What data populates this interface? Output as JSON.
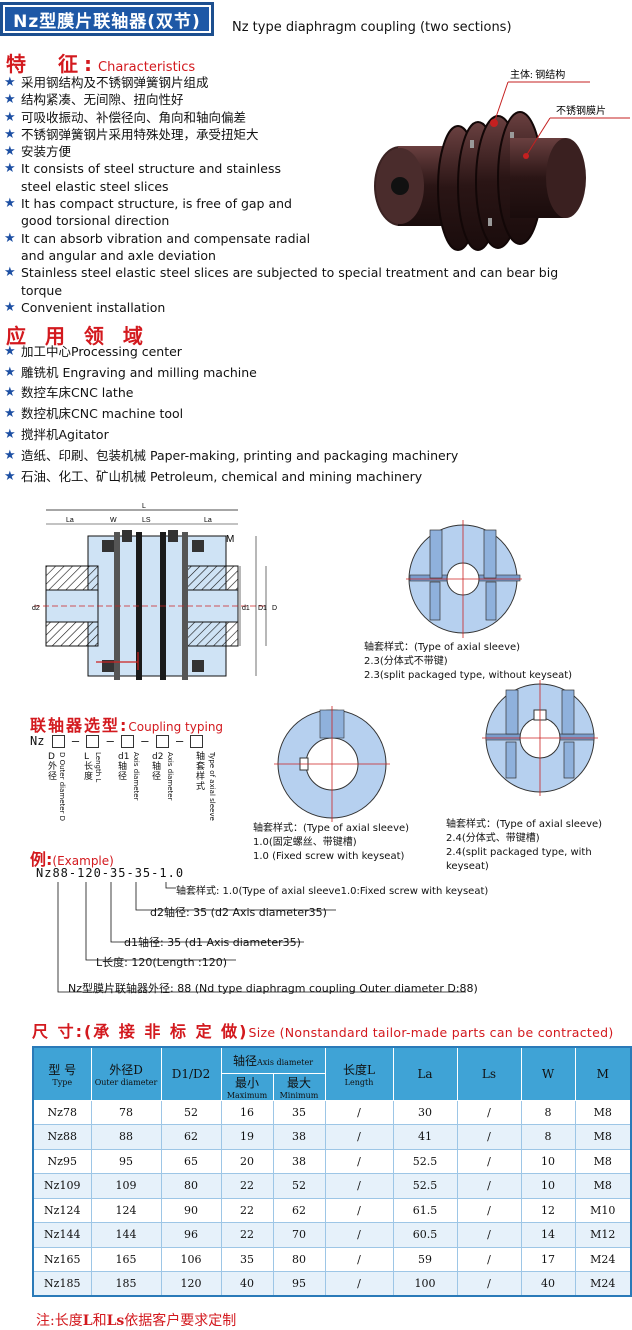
{
  "header": {
    "banner": "Nz型膜片联轴器(双节)",
    "subtitle": "Nz type diaphragm coupling (two sections)"
  },
  "characteristics": {
    "title_cn": "特　征:",
    "title_en": "Characteristics",
    "items": [
      [
        "采用钢结构及不锈钢弹簧钢片组成"
      ],
      [
        "结构紧凑、无间隙、扭向性好"
      ],
      [
        "可吸收振动、补偿径向、角向和轴向偏差"
      ],
      [
        "不锈钢弹簧钢片采用特殊处理，承受扭矩大"
      ],
      [
        "安装方便"
      ],
      [
        "It consists of steel structure and stainless",
        "steel elastic steel slices"
      ],
      [
        "It has compact structure, is free of gap and",
        " good torsional direction"
      ],
      [
        "It can absorb vibration and compensate radial",
        "and angular and axle deviation"
      ],
      [
        "Stainless steel elastic steel slices are subjected  to special treatment and can bear big torque"
      ],
      [
        "Convenient installation"
      ]
    ]
  },
  "photo": {
    "label_body": "主体: 钢结构",
    "label_slice": "不锈钢膜片"
  },
  "applications": {
    "title": "应 用 领 域",
    "items": [
      "加工中心Processing center",
      "雕铣机 Engraving and milling machine",
      "数控车床CNC lathe",
      "数控机床CNC machine tool",
      "搅拌机Agitator",
      "造纸、印刷、包装机械  Paper-making, printing and packaging machinery",
      "石油、化工、矿山机械   Petroleum, chemical and mining machinery"
    ]
  },
  "drawing": {
    "L": "L",
    "La": "La",
    "W": "W",
    "LS": "LS",
    "La2": "La",
    "M": "M",
    "d2": "d2",
    "d1": "d1",
    "D1": "D1",
    "D": "D"
  },
  "sleeves": {
    "s23": {
      "l1": "轴套样式：(Type of axial sleeve)",
      "l2": "2.3(分体式不带键)",
      "l3": "2.3(split packaged type, without keyseat)"
    },
    "s10": {
      "l1": "轴套样式：(Type of axial sleeve)",
      "l2": "1.0(固定螺丝、带键槽)",
      "l3": "1.0 (Fixed screw with keyseat)"
    },
    "s24": {
      "l1": "轴套样式：(Type of axial sleeve)",
      "l2": "2.4(分体式、带键槽)",
      "l3": "2.4(split packaged type, with keyseat)"
    }
  },
  "typing": {
    "title_cn": "联轴器选型:",
    "title_en": "Coupling typing",
    "prefix": "Nz",
    "col1": [
      "D",
      "外",
      "径"
    ],
    "col1en": "D Outer diameter D",
    "col2": [
      "L",
      "长",
      "度"
    ],
    "col2en": "Length L",
    "col3": [
      "d1",
      "轴",
      "径"
    ],
    "col3en": "Axis diameter",
    "col4": [
      "d2",
      "轴",
      "径"
    ],
    "col4en": "Axis diameter",
    "col5": [
      "轴",
      "套",
      "样",
      "式"
    ],
    "col5en": "Type of axial sleeve"
  },
  "example": {
    "title_cn": "例:",
    "title_en": "(Example)",
    "code": "Nz88-120-35-35-1.0",
    "l1": "轴套样式: 1.0(Type of axial sleeve1.0:Fixed screw with keyseat)",
    "l2": "d2轴径: 35 (d2 Axis diameter35)",
    "l3": "d1轴径: 35 (d1 Axis diameter35)",
    "l4": "L长度: 120(Length :120)",
    "l5": "Nz型膜片联轴器外径: 88 (Nd type diaphragm coupling Outer diameter D:88)"
  },
  "size": {
    "title_cn": "尺 寸:(承 接 非 标 定 做)",
    "title_en": "Size (Nonstandard tailor-made parts can be contracted)"
  },
  "table": {
    "h_type_cn": "型 号",
    "h_type_en": "Type",
    "h_D_cn": "外径D",
    "h_D_en": "Outer diameter",
    "h_D1D2": "D1/D2",
    "h_axis_cn": "轴径",
    "h_axis_en": "Axis diameter",
    "h_min_cn": "最小",
    "h_min_en": "Maximum",
    "h_max_cn": "最大",
    "h_max_en": "Minimum",
    "h_L_cn": "长度L",
    "h_L_en": "Length",
    "h_La": "La",
    "h_Ls": "Ls",
    "h_W": "W",
    "h_M": "M",
    "rows": [
      [
        "Nz78",
        "78",
        "52",
        "16",
        "35",
        "/",
        "30",
        "/",
        "8",
        "M8"
      ],
      [
        "Nz88",
        "88",
        "62",
        "19",
        "38",
        "/",
        "41",
        "/",
        "8",
        "M8"
      ],
      [
        "Nz95",
        "95",
        "65",
        "20",
        "38",
        "/",
        "52.5",
        "/",
        "10",
        "M8"
      ],
      [
        "Nz109",
        "109",
        "80",
        "22",
        "52",
        "/",
        "52.5",
        "/",
        "10",
        "M8"
      ],
      [
        "Nz124",
        "124",
        "90",
        "22",
        "62",
        "/",
        "61.5",
        "/",
        "12",
        "M10"
      ],
      [
        "Nz144",
        "144",
        "96",
        "22",
        "70",
        "/",
        "60.5",
        "/",
        "14",
        "M12"
      ],
      [
        "Nz165",
        "165",
        "106",
        "35",
        "80",
        "/",
        "59",
        "/",
        "17",
        "M24"
      ],
      [
        "Nz185",
        "185",
        "120",
        "40",
        "95",
        "/",
        "100",
        "/",
        "40",
        "M24"
      ]
    ]
  },
  "footnote": {
    "a": "注:长度",
    "b": "L",
    "c": "和",
    "d": "Ls",
    "e": "依据客户要求定制"
  }
}
